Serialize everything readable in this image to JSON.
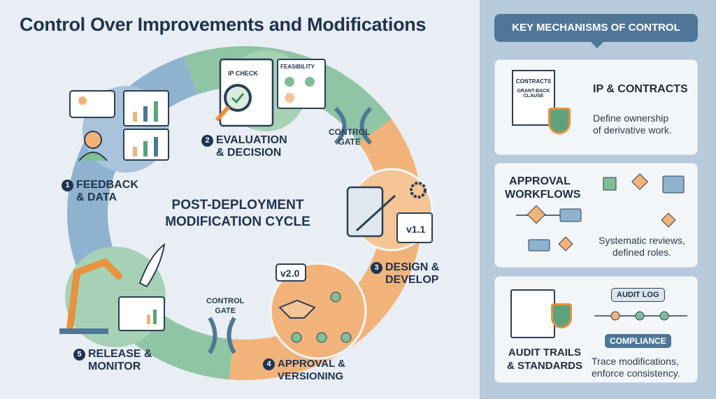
{
  "title": "Control Over Improvements and Modifications",
  "cycle": {
    "center_title": [
      "POST-DEPLOYMENT",
      "MODIFICATION CYCLE"
    ],
    "steps": [
      {
        "number": "1",
        "label": [
          "FEEDBACK",
          "& DATA"
        ]
      },
      {
        "number": "2",
        "label": [
          "EVALUATION",
          "& DECISION"
        ],
        "ip_check": "IP CHECK",
        "feasibility": "FEASIBILITY"
      },
      {
        "number": "3",
        "label": [
          "DESIGN &",
          "DEVELOP"
        ],
        "version": "v1.1"
      },
      {
        "number": "4",
        "label": [
          "APPROVAL &",
          "VERSIONING"
        ],
        "version": "v2.0"
      },
      {
        "number": "5",
        "label": [
          "RELEASE &",
          "MONITOR"
        ]
      }
    ],
    "gates": [
      [
        "CONTROL",
        "GATE"
      ],
      [
        "CONTROL",
        "GATE"
      ]
    ],
    "colors": {
      "blue": "#8fb2cf",
      "green": "#8fc4a4",
      "orange": "#f2b37a",
      "navy": "#1f3350"
    }
  },
  "panel": {
    "header": "KEY MECHANISMS OF CONTROL",
    "cards": [
      {
        "title": "IP & CONTRACTS",
        "desc": [
          "Define ownership",
          "of derivative work."
        ],
        "doc_title": "CONTRACTS",
        "doc_sub": [
          "GRANT-BACK",
          "CLAUSE"
        ]
      },
      {
        "title": [
          "APPROVAL",
          "WORKFLOWS"
        ],
        "desc": [
          "Systematic reviews,",
          "defined roles."
        ]
      },
      {
        "title": [
          "AUDIT TRAILS",
          "& STANDARDS"
        ],
        "desc": [
          "Trace modifications,",
          "enforce consistency."
        ],
        "tag1": "AUDIT LOG",
        "tag2": "COMPLIANCE"
      }
    ]
  }
}
